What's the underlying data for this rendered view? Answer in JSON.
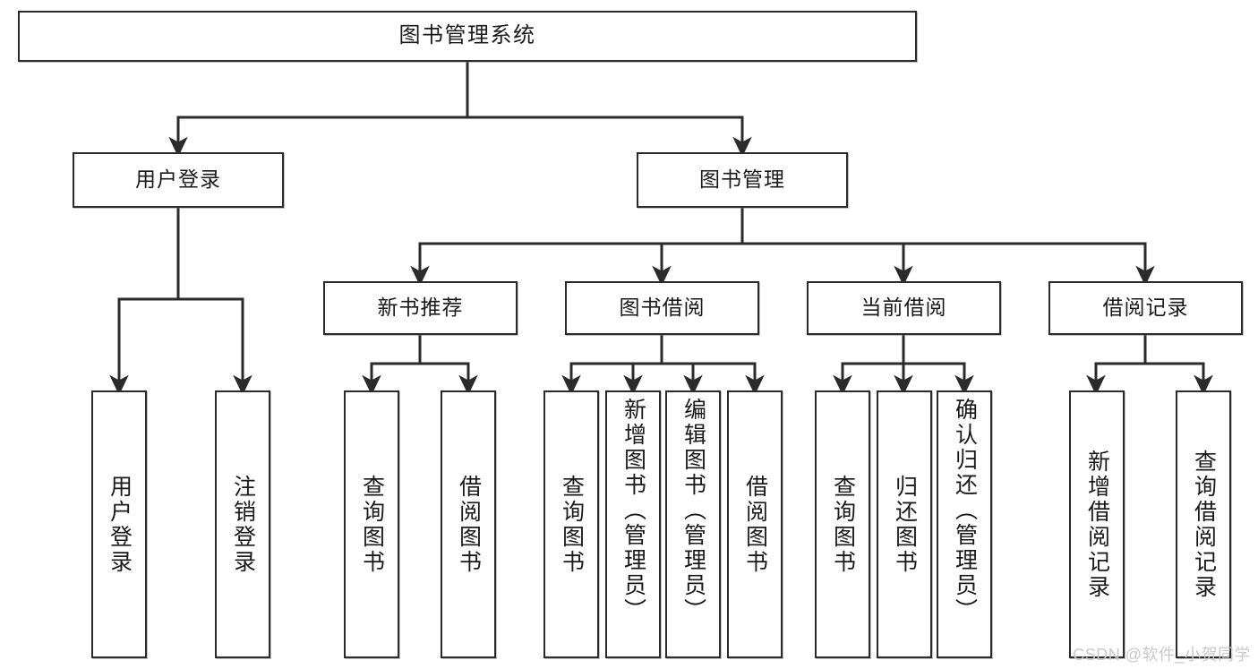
{
  "diagram": {
    "type": "tree",
    "title": "图书管理系统",
    "root": {
      "label": "图书管理系统"
    },
    "level2": [
      {
        "label": "用户登录"
      },
      {
        "label": "图书管理"
      }
    ],
    "level3": [
      {
        "label": "新书推荐"
      },
      {
        "label": "图书借阅"
      },
      {
        "label": "当前借阅"
      },
      {
        "label": "借阅记录"
      }
    ],
    "leaves": {
      "user_login": [
        {
          "label": "用户登录"
        },
        {
          "label": "注销登录"
        }
      ],
      "new_book": [
        {
          "label": "查询图书"
        },
        {
          "label": "借阅图书"
        }
      ],
      "borrow_book": [
        {
          "label": "查询图书"
        },
        {
          "label": "新增图书（管理员）"
        },
        {
          "label": "编辑图书（管理员）"
        },
        {
          "label": "借阅图书"
        }
      ],
      "current_borrow": [
        {
          "label": "查询图书"
        },
        {
          "label": "归还图书"
        },
        {
          "label": "确认归还（管理员）"
        }
      ],
      "borrow_record": [
        {
          "label": "新增借阅记录"
        },
        {
          "label": "查询借阅记录"
        }
      ]
    }
  },
  "watermark": {
    "text": "CSDN @软件_小贺同学"
  },
  "colors": {
    "stroke": "#2b2b2b",
    "fill": "#ffffff",
    "text": "#1a1a1a",
    "watermark": "#c9c9c9"
  }
}
